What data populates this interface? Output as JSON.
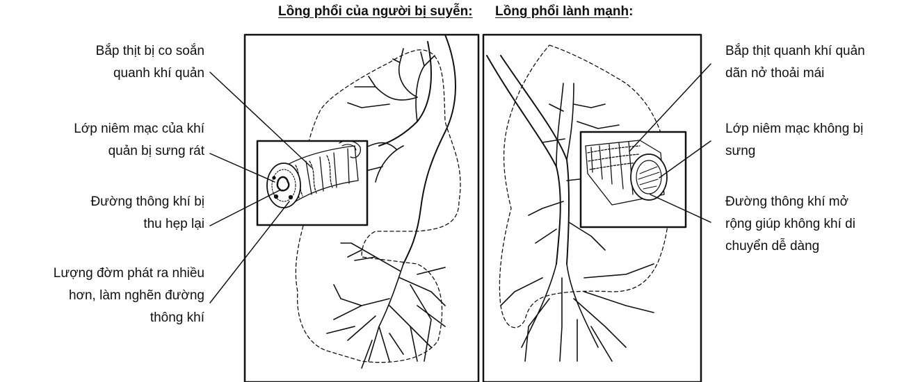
{
  "titles": {
    "asthma": "Lồng phổi của người bị suyễn:",
    "healthy": "Lồng phổi lành mạnh"
  },
  "asthma_labels": {
    "muscle": [
      "Bắp thịt bị co soắn",
      "quanh khí quản"
    ],
    "mucosa": [
      "Lớp niêm mạc của khí",
      "quản bị sưng rát"
    ],
    "airway": [
      "Đường thông khí bị",
      "thu hẹp lại"
    ],
    "mucus": [
      "Lượng đờm phát ra nhiều",
      "hơn, làm nghẽn đường",
      "thông khí"
    ]
  },
  "healthy_labels": {
    "muscle": [
      "Bắp thịt quanh khí quản",
      "dãn nở thoải mái"
    ],
    "mucosa": [
      "Lớp niêm mạc không bị",
      "sưng"
    ],
    "airway": [
      "Đường thông khí mở",
      "rộng giúp không khí di",
      "chuyển dễ dàng"
    ]
  }
}
